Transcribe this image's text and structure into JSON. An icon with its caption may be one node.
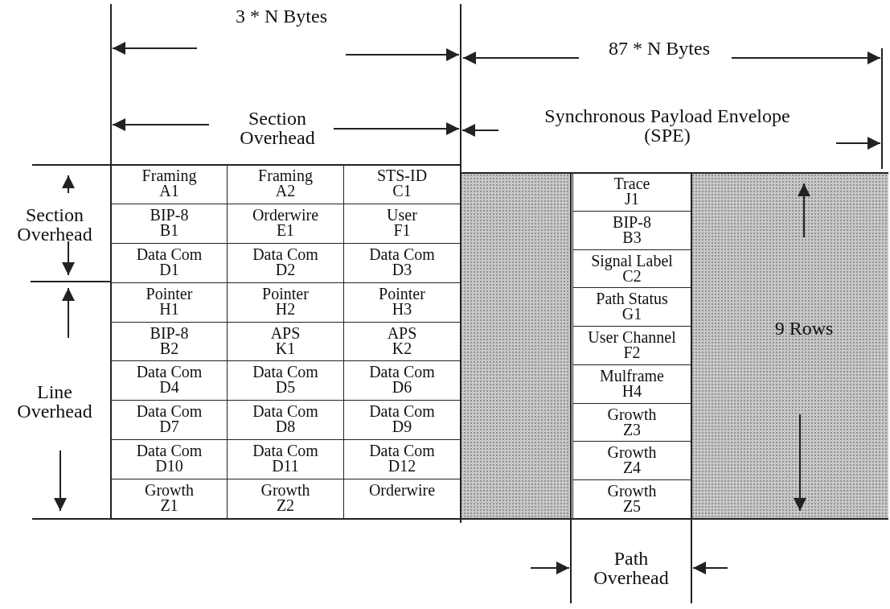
{
  "diagram": {
    "labels": [
      "3 * N Bytes",
      "87 * N Bytes",
      "Section Overhead",
      "Synchronous Payload Envelope (SPE)",
      "Section Overhead",
      "Line Overhead",
      "Framing A1",
      "Framing A2",
      "STS-ID C1",
      "Trace J1",
      "BIP-8 B1",
      "Orderwire E1",
      "User F1",
      "BIP-8 B3",
      "Data Com D1",
      "Data Com D2",
      "Data Com D3",
      "Signal Label C2",
      "Pointer H1",
      "Pointer H2",
      "Pointer H3",
      "Path Status G1",
      "BIP-8 B2",
      "APS K1",
      "APS K2",
      "User Channel F2",
      "Data Com D4",
      "Data Com D5",
      "Data Com D6",
      "Mulframe H4",
      "Data Com D7",
      "Data Com D8",
      "Data Com D9",
      "Growth Z3",
      "Data Com D10",
      "Data Com D11",
      "Data Com D12",
      "Growth Z4",
      "Growth Z1",
      "Growth Z2",
      "Orderwire",
      "Growth Z5",
      "9 Rows",
      "Path Overhead"
    ]
  }
}
